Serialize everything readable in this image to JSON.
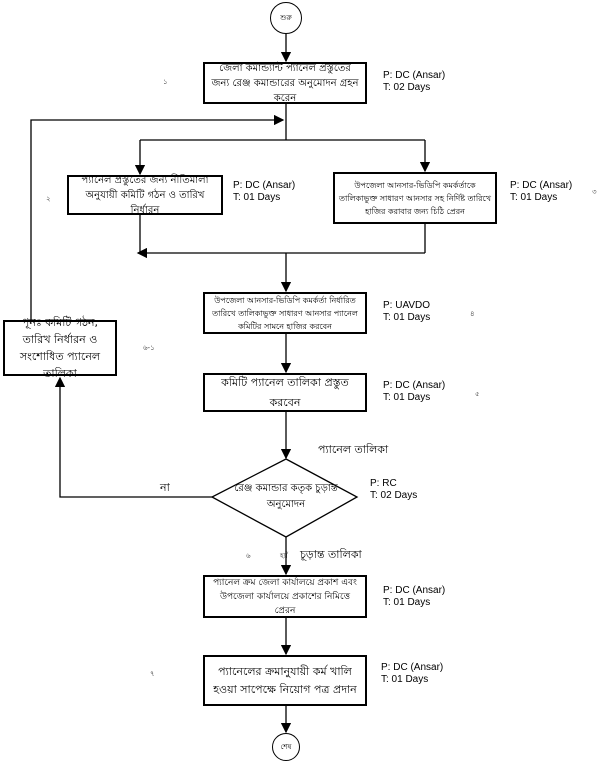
{
  "start": "শুরু",
  "end": "শেষ",
  "steps": [
    {
      "num": "১",
      "text": "জেলা কমান্ড্যান্ট প্যানেল প্রস্তুতের জন্য রেঞ্জ কমান্ডারের অনুমোদন গ্রহন করেন",
      "p": "P: DC (Ansar)",
      "t": "T: 02 Days"
    },
    {
      "num": "২",
      "text": "প্যানেল প্রস্তুতের জন্য নীতিমালা অনুযায়ী কমিটি গঠন ও তারিখ নির্ধারন",
      "p": "P: DC (Ansar)",
      "t": "T: 01 Days"
    },
    {
      "num": "৩",
      "text": "উপজেলা আনসার-ভিডিপি কমর্কর্তাকে তালিকাভুক্ত সাধারণ আনসার সহ নির্দিষ্ট তারিখে হাজির করাবার জন্য চিঠি প্রেরন",
      "p": "P: DC (Ansar)",
      "t": "T: 01 Days"
    },
    {
      "num": "৪",
      "text": "উপজেলা আনসার-ভিডিপি কমর্কর্তা নির্ধারিত তারিখে তালিকাভুক্ত সাধারণ আনসার প্যানেল কমিটির সামনে হাজির করবেন",
      "p": "P: UAVDO",
      "t": "T: 01 Days"
    },
    {
      "num": "৫",
      "text": "কমিটি প্যানেল তালিকা প্রস্তুত করবেন",
      "p": "P: DC (Ansar)",
      "t": "T: 01 Days"
    },
    {
      "num": "৬",
      "text": "রেঞ্জ কমান্ডার কতৃক চুড়ান্ত অনুমোদন",
      "p": "P: RC",
      "t": "T: 02 Days"
    },
    {
      "num": "",
      "text": "প্যানেল ক্রম জেলা কার্যালয়ে প্রকাশ এবং উপজেলা কার্যালয়ে প্রকাশের নিমিত্তে প্রেরন",
      "p": "P: DC (Ansar)",
      "t": "T: 01 Days"
    },
    {
      "num": "৭",
      "text": "প্যানেলের ক্রমানুযায়ী কর্ম খালি হওয়া সাপেক্ষে নিয়োগ পত্র প্রদান",
      "p": "P: DC (Ansar)",
      "t": "T: 01 Days"
    }
  ],
  "rework": {
    "num": "৬-১",
    "text": "পূনঃ কমিটি গঠন, তারিখ নির্ধারন ও সংশোধিত প্যানেল তালিকা"
  },
  "labels": {
    "panel_list": "প্যানেল তালিকা",
    "no": "না",
    "yes": "হ্যাঁ",
    "final_list": "চূড়ান্ত তালিকা"
  }
}
